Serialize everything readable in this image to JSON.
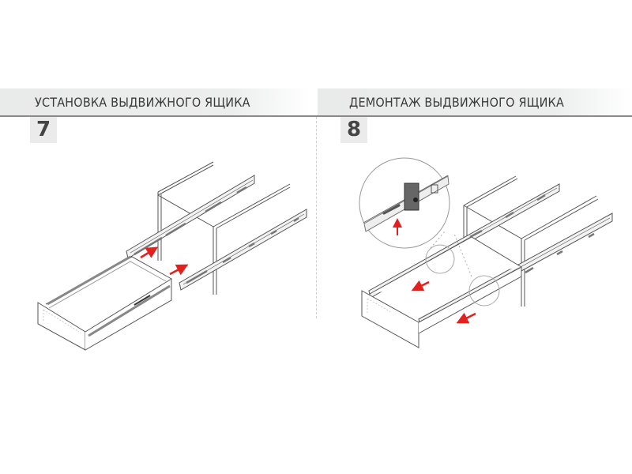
{
  "steps": [
    {
      "number": "7",
      "title": "УСТАНОВКА ВЫДВИЖНОГО ЯЩИКА"
    },
    {
      "number": "8",
      "title": "ДЕМОНТАЖ ВЫДВИЖНОГО ЯЩИКА"
    }
  ],
  "colors": {
    "arrow": "#e3201b",
    "line": "#555555",
    "header_bg": "#e9eaea"
  }
}
